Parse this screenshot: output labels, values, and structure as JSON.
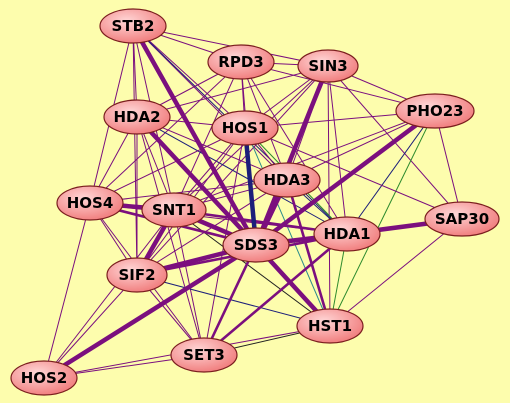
{
  "colors": {
    "background": "#FDFDAD",
    "edge_purple": "#7B0F7E",
    "edge_navy": "#1C1F7A",
    "edge_green": "#2E8B2E",
    "edge_teal": "#2A8C8C",
    "edge_black": "#222222",
    "node_fill_light": "#FFC9C9",
    "node_fill_dark": "#F07A7A",
    "node_stroke": "#7A1E1E"
  },
  "nodes": [
    {
      "id": "STB2",
      "label": "STB2"
    },
    {
      "id": "RPD3",
      "label": "RPD3"
    },
    {
      "id": "SIN3",
      "label": "SIN3"
    },
    {
      "id": "HDA2",
      "label": "HDA2"
    },
    {
      "id": "HOS1",
      "label": "HOS1"
    },
    {
      "id": "PHO23",
      "label": "PHO23"
    },
    {
      "id": "HDA3",
      "label": "HDA3"
    },
    {
      "id": "HOS4",
      "label": "HOS4"
    },
    {
      "id": "SNT1",
      "label": "SNT1"
    },
    {
      "id": "SAP30",
      "label": "SAP30"
    },
    {
      "id": "HDA1",
      "label": "HDA1"
    },
    {
      "id": "SDS3",
      "label": "SDS3"
    },
    {
      "id": "SIF2",
      "label": "SIF2"
    },
    {
      "id": "HST1",
      "label": "HST1"
    },
    {
      "id": "SET3",
      "label": "SET3"
    },
    {
      "id": "HOS2",
      "label": "HOS2"
    }
  ],
  "edges": [
    {
      "source": "HOS1",
      "target": "SDS3",
      "color": "navy",
      "weight": "heavy"
    },
    {
      "source": "STB2",
      "target": "SDS3",
      "color": "purple",
      "weight": "heavy"
    },
    {
      "source": "SIN3",
      "target": "SDS3",
      "color": "purple",
      "weight": "heavy"
    },
    {
      "source": "HDA1",
      "target": "SAP30",
      "color": "purple",
      "weight": "heavy"
    },
    {
      "source": "SDS3",
      "target": "HDA1",
      "color": "purple",
      "weight": "heavy"
    },
    {
      "source": "SNT1",
      "target": "SDS3",
      "color": "purple",
      "weight": "heavy"
    },
    {
      "source": "HOS4",
      "target": "SNT1",
      "color": "purple",
      "weight": "heavy"
    },
    {
      "source": "SIF2",
      "target": "SDS3",
      "color": "purple",
      "weight": "heavy"
    },
    {
      "source": "HOS2",
      "target": "SDS3",
      "color": "purple",
      "weight": "heavy"
    },
    {
      "source": "HDA2",
      "target": "SDS3",
      "color": "purple",
      "weight": "heavy"
    },
    {
      "source": "PHO23",
      "target": "SDS3",
      "color": "purple",
      "weight": "heavy"
    },
    {
      "source": "HDA3",
      "target": "SDS3",
      "color": "purple",
      "weight": "heavy"
    },
    {
      "source": "SDS3",
      "target": "HST1",
      "color": "purple",
      "weight": "heavy"
    },
    {
      "source": "SNT1",
      "target": "SIF2",
      "color": "purple",
      "weight": "heavy"
    },
    {
      "source": "HOS4",
      "target": "SDS3",
      "color": "purple",
      "weight": "medium"
    },
    {
      "source": "SNT1",
      "target": "HDA1",
      "color": "purple",
      "weight": "medium"
    },
    {
      "source": "SET3",
      "target": "SDS3",
      "color": "purple",
      "weight": "medium"
    },
    {
      "source": "SIF2",
      "target": "HDA1",
      "color": "purple",
      "weight": "medium"
    },
    {
      "source": "HDA3",
      "target": "HST1",
      "color": "purple",
      "weight": "medium"
    },
    {
      "source": "SET3",
      "target": "HDA1",
      "color": "purple",
      "weight": "medium"
    },
    {
      "source": "STB2",
      "target": "RPD3",
      "color": "purple",
      "weight": "light"
    },
    {
      "source": "STB2",
      "target": "SIN3",
      "color": "purple",
      "weight": "light"
    },
    {
      "source": "STB2",
      "target": "HDA2",
      "color": "purple",
      "weight": "light"
    },
    {
      "source": "STB2",
      "target": "HOS1",
      "color": "purple",
      "weight": "light"
    },
    {
      "source": "STB2",
      "target": "HOS4",
      "color": "purple",
      "weight": "light"
    },
    {
      "source": "STB2",
      "target": "SNT1",
      "color": "purple",
      "weight": "light"
    },
    {
      "source": "STB2",
      "target": "SIF2",
      "color": "purple",
      "weight": "light"
    },
    {
      "source": "STB2",
      "target": "HDA3",
      "color": "purple",
      "weight": "light"
    },
    {
      "source": "STB2",
      "target": "HDA1",
      "color": "navy",
      "weight": "light"
    },
    {
      "source": "RPD3",
      "target": "SIN3",
      "color": "purple",
      "weight": "light"
    },
    {
      "source": "RPD3",
      "target": "HDA2",
      "color": "purple",
      "weight": "light"
    },
    {
      "source": "RPD3",
      "target": "HOS1",
      "color": "purple",
      "weight": "light"
    },
    {
      "source": "RPD3",
      "target": "HDA3",
      "color": "purple",
      "weight": "light"
    },
    {
      "source": "RPD3",
      "target": "SNT1",
      "color": "purple",
      "weight": "light"
    },
    {
      "source": "RPD3",
      "target": "SDS3",
      "color": "purple",
      "weight": "light"
    },
    {
      "source": "RPD3",
      "target": "HOS4",
      "color": "purple",
      "weight": "light"
    },
    {
      "source": "RPD3",
      "target": "HDA1",
      "color": "purple",
      "weight": "light"
    },
    {
      "source": "RPD3",
      "target": "PHO23",
      "color": "purple",
      "weight": "light"
    },
    {
      "source": "SIN3",
      "target": "PHO23",
      "color": "purple",
      "weight": "light"
    },
    {
      "source": "SIN3",
      "target": "HOS1",
      "color": "purple",
      "weight": "light"
    },
    {
      "source": "SIN3",
      "target": "HDA3",
      "color": "purple",
      "weight": "light"
    },
    {
      "source": "SIN3",
      "target": "SNT1",
      "color": "purple",
      "weight": "light"
    },
    {
      "source": "SIN3",
      "target": "HDA1",
      "color": "purple",
      "weight": "light"
    },
    {
      "source": "SIN3",
      "target": "SAP30",
      "color": "purple",
      "weight": "light"
    },
    {
      "source": "SIN3",
      "target": "HDA2",
      "color": "purple",
      "weight": "light"
    },
    {
      "source": "SIN3",
      "target": "HST1",
      "color": "purple",
      "weight": "light"
    },
    {
      "source": "SIN3",
      "target": "SIF2",
      "color": "purple",
      "weight": "light"
    },
    {
      "source": "HDA2",
      "target": "HOS4",
      "color": "purple",
      "weight": "light"
    },
    {
      "source": "HDA2",
      "target": "HOS1",
      "color": "purple",
      "weight": "light"
    },
    {
      "source": "HDA2",
      "target": "SNT1",
      "color": "purple",
      "weight": "light"
    },
    {
      "source": "HDA2",
      "target": "SIF2",
      "color": "purple",
      "weight": "light"
    },
    {
      "source": "HDA2",
      "target": "HDA3",
      "color": "purple",
      "weight": "light"
    },
    {
      "source": "HDA2",
      "target": "HDA1",
      "color": "navy",
      "weight": "light"
    },
    {
      "source": "HDA2",
      "target": "HST1",
      "color": "purple",
      "weight": "light"
    },
    {
      "source": "HDA2",
      "target": "SET3",
      "color": "purple",
      "weight": "light"
    },
    {
      "source": "HOS1",
      "target": "HDA3",
      "color": "purple",
      "weight": "light"
    },
    {
      "source": "HOS1",
      "target": "PHO23",
      "color": "purple",
      "weight": "light"
    },
    {
      "source": "HOS1",
      "target": "SNT1",
      "color": "purple",
      "weight": "light"
    },
    {
      "source": "HOS1",
      "target": "HOS4",
      "color": "purple",
      "weight": "light"
    },
    {
      "source": "HOS1",
      "target": "SIF2",
      "color": "purple",
      "weight": "light"
    },
    {
      "source": "HOS1",
      "target": "HDA1",
      "color": "green",
      "weight": "light"
    },
    {
      "source": "HOS1",
      "target": "HST1",
      "color": "teal",
      "weight": "light"
    },
    {
      "source": "HOS1",
      "target": "SET3",
      "color": "purple",
      "weight": "light"
    },
    {
      "source": "PHO23",
      "target": "HDA3",
      "color": "purple",
      "weight": "light"
    },
    {
      "source": "PHO23",
      "target": "HDA1",
      "color": "navy",
      "weight": "light"
    },
    {
      "source": "PHO23",
      "target": "SAP30",
      "color": "purple",
      "weight": "light"
    },
    {
      "source": "PHO23",
      "target": "HST1",
      "color": "green",
      "weight": "light"
    },
    {
      "source": "PHO23",
      "target": "SNT1",
      "color": "purple",
      "weight": "light"
    },
    {
      "source": "HDA3",
      "target": "SNT1",
      "color": "purple",
      "weight": "light"
    },
    {
      "source": "HDA3",
      "target": "HDA1",
      "color": "navy",
      "weight": "light"
    },
    {
      "source": "HDA3",
      "target": "HOS4",
      "color": "purple",
      "weight": "light"
    },
    {
      "source": "HDA3",
      "target": "SIF2",
      "color": "purple",
      "weight": "light"
    },
    {
      "source": "HDA3",
      "target": "SET3",
      "color": "purple",
      "weight": "light"
    },
    {
      "source": "HOS4",
      "target": "SIF2",
      "color": "purple",
      "weight": "light"
    },
    {
      "source": "HOS4",
      "target": "HOS2",
      "color": "purple",
      "weight": "light"
    },
    {
      "source": "HOS4",
      "target": "SET3",
      "color": "purple",
      "weight": "light"
    },
    {
      "source": "HOS4",
      "target": "HDA1",
      "color": "purple",
      "weight": "light"
    },
    {
      "source": "SNT1",
      "target": "SET3",
      "color": "purple",
      "weight": "light"
    },
    {
      "source": "SNT1",
      "target": "HST1",
      "color": "black",
      "weight": "light"
    },
    {
      "source": "SNT1",
      "target": "HOS2",
      "color": "purple",
      "weight": "light"
    },
    {
      "source": "SAP30",
      "target": "SDS3",
      "color": "purple",
      "weight": "light"
    },
    {
      "source": "SAP30",
      "target": "HST1",
      "color": "purple",
      "weight": "light"
    },
    {
      "source": "HDA1",
      "target": "HST1",
      "color": "green",
      "weight": "light"
    },
    {
      "source": "HDA1",
      "target": "SET3",
      "color": "purple",
      "weight": "light"
    },
    {
      "source": "SDS3",
      "target": "SET3",
      "color": "purple",
      "weight": "light"
    },
    {
      "source": "SIF2",
      "target": "SET3",
      "color": "purple",
      "weight": "light"
    },
    {
      "source": "SIF2",
      "target": "HST1",
      "color": "navy",
      "weight": "light"
    },
    {
      "source": "SIF2",
      "target": "HOS2",
      "color": "purple",
      "weight": "light"
    },
    {
      "source": "SET3",
      "target": "HST1",
      "color": "black",
      "weight": "light"
    },
    {
      "source": "SET3",
      "target": "HOS2",
      "color": "purple",
      "weight": "light"
    },
    {
      "source": "HOS2",
      "target": "HST1",
      "color": "purple",
      "weight": "light"
    },
    {
      "source": "HOS1",
      "target": "SAP30",
      "color": "purple",
      "weight": "light"
    }
  ]
}
